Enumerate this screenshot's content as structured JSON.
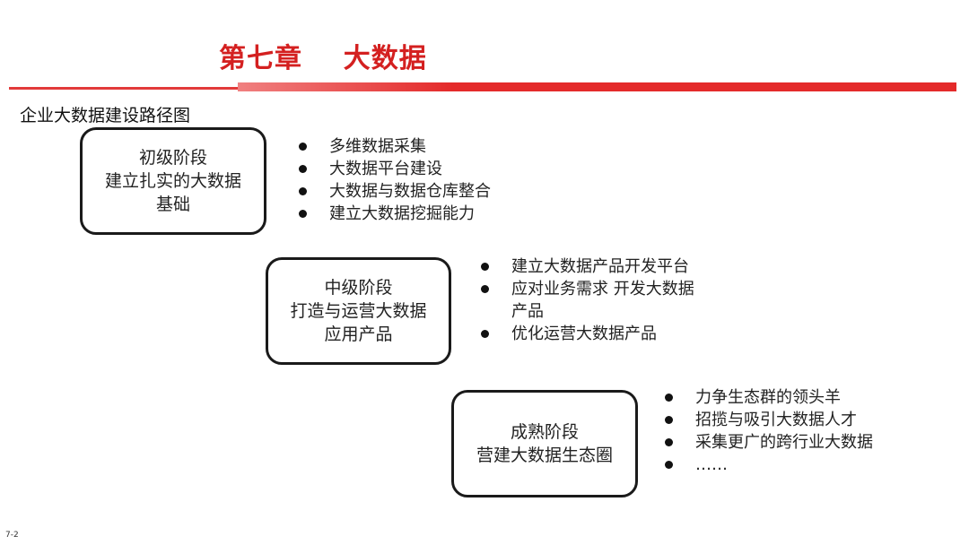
{
  "header": {
    "title": "第七章    大数据"
  },
  "subtitle": "企业大数据建设路径图",
  "stages": [
    {
      "lines": [
        "初级阶段",
        "建立扎实的大数据",
        "基础"
      ],
      "bullets": [
        "多维数据采集",
        "大数据平台建设",
        "大数据与数据仓库整合",
        "建立大数据挖掘能力"
      ]
    },
    {
      "lines": [
        "中级阶段",
        "打造与运营大数据",
        "应用产品"
      ],
      "bullets": [
        "建立大数据产品开发平台",
        "应对业务需求 开发大数据产品",
        "优化运营大数据产品"
      ]
    },
    {
      "lines": [
        "成熟阶段",
        "营建大数据生态圈"
      ],
      "bullets": [
        "力争生态群的领头羊",
        "招揽与吸引大数据人才",
        "采集更广的跨行业大数据",
        "……"
      ]
    }
  ],
  "page_number": "7-2",
  "colors": {
    "accent": "#d42020",
    "border": "#1a1a1a"
  }
}
